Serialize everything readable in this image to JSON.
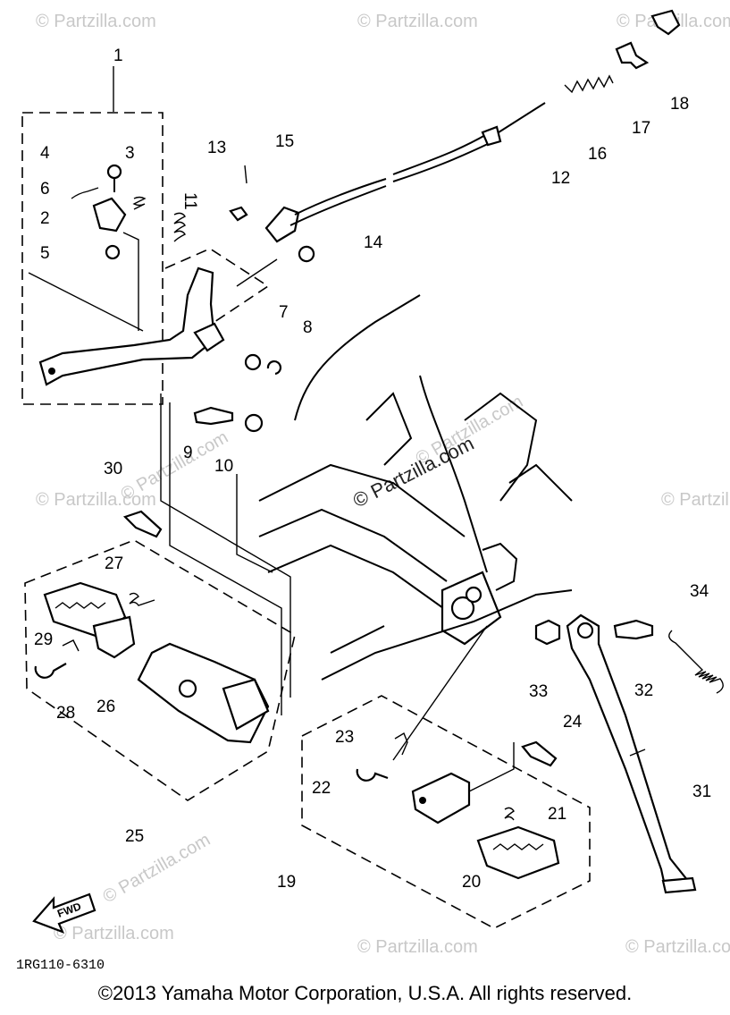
{
  "diagram": {
    "code": "1RG110-6310",
    "fwd_label": "FWD",
    "watermark": "© Partzilla.com",
    "watermark_center": "© Partzilla.com",
    "callouts": [
      "1",
      "2",
      "3",
      "4",
      "5",
      "6",
      "7",
      "8",
      "9",
      "10",
      "11",
      "12",
      "13",
      "14",
      "15",
      "16",
      "17",
      "18",
      "19",
      "20",
      "21",
      "22",
      "23",
      "24",
      "25",
      "26",
      "27",
      "28",
      "29",
      "30",
      "31",
      "32",
      "33",
      "34"
    ]
  },
  "footer": {
    "copyright": "©2013  Yamaha Motor Corporation, U.S.A. All rights reserved."
  }
}
